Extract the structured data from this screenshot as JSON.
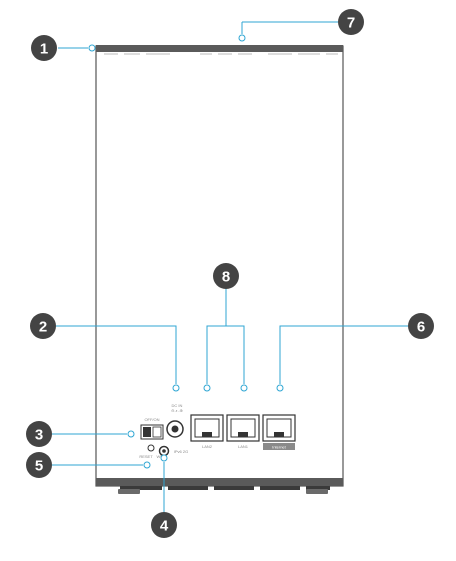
{
  "diagram": {
    "callouts": [
      {
        "id": "1",
        "label": "1"
      },
      {
        "id": "2",
        "label": "2"
      },
      {
        "id": "3",
        "label": "3"
      },
      {
        "id": "4",
        "label": "4"
      },
      {
        "id": "5",
        "label": "5"
      },
      {
        "id": "6",
        "label": "6"
      },
      {
        "id": "7",
        "label": "7"
      },
      {
        "id": "8",
        "label": "8"
      }
    ],
    "port_labels": {
      "off_on": "OFF/ON",
      "dc_in": "DC IN",
      "dc_in_symbol": "⊖-◐-⊕",
      "lan2": "LAN2",
      "lan1": "LAN1",
      "internet": "Internet",
      "reset": "RESET",
      "wps": "WPS",
      "ipv6": "IPv6 2G"
    },
    "colors": {
      "leader_line": "#2fa6d3",
      "callout_fill": "#444444",
      "device_outline": "#555555",
      "device_top": "#5a5a5a"
    }
  }
}
